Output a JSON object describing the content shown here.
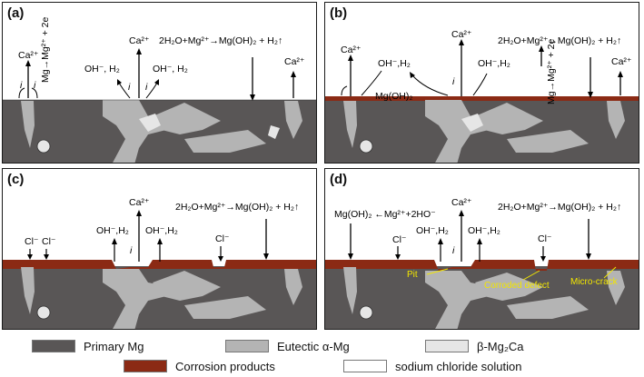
{
  "panels": {
    "a": {
      "label": "(a)",
      "texts": {
        "ca_left": "Ca²⁺",
        "mg_vert": "Mg→Mg²⁺ + 2e",
        "oh_left": "OH⁻, H₂",
        "ca_center": "Ca²⁺",
        "oh_right": "OH⁻, H₂",
        "reaction": "2H₂O+Mg²⁺→Mg(OH)₂ + H₂↑",
        "ca_right": "Ca²⁺"
      }
    },
    "b": {
      "label": "(b)",
      "texts": {
        "ca_left": "Ca²⁺",
        "oh_left": "OH⁻,H₂",
        "mgoh": "Mg(OH)₂",
        "ca_center": "Ca²⁺",
        "oh_right": "OH⁻,H₂",
        "reaction": "2H₂O+Mg²⁺→Mg(OH)₂ + H₂↑",
        "mg_vert": "Mg→Mg²⁺ + 2e",
        "ca_right": "Ca²⁺"
      }
    },
    "c": {
      "label": "(c)",
      "texts": {
        "cl_1": "Cl⁻",
        "cl_2": "Cl⁻",
        "oh_left": "OH⁻,H₂",
        "ca_center": "Ca²⁺",
        "oh_right": "OH⁻,H₂",
        "reaction": "2H₂O+Mg²⁺→Mg(OH)₂ + H₂↑",
        "cl_3": "Cl⁻"
      }
    },
    "d": {
      "label": "(d)",
      "texts": {
        "mgoh_reaction": "Mg(OH)₂ ←Mg²⁺+2HO⁻",
        "cl_1": "Cl⁻",
        "oh_left": "OH⁻,H₂",
        "ca_center": "Ca²⁺",
        "oh_right": "OH⁻,H₂",
        "reaction": "2H₂O+Mg²⁺→Mg(OH)₂ + H₂↑",
        "cl_2": "Cl⁻",
        "pit": "Pit",
        "corroded": "Corroded defect",
        "microcrack": "Micro-crack"
      }
    }
  },
  "current_symbol": "i",
  "legend": {
    "primary_mg": "Primary Mg",
    "eutectic": "Eutectic α-Mg",
    "beta": "β-Mg₂Ca",
    "corrosion": "Corrosion products",
    "nacl": "sodium chloride solution"
  },
  "colors": {
    "primary_mg": "#595656",
    "eutectic": "#b4b4b4",
    "beta": "#e6e6e6",
    "corrosion": "#8b2a14",
    "solution": "#ffffff"
  }
}
